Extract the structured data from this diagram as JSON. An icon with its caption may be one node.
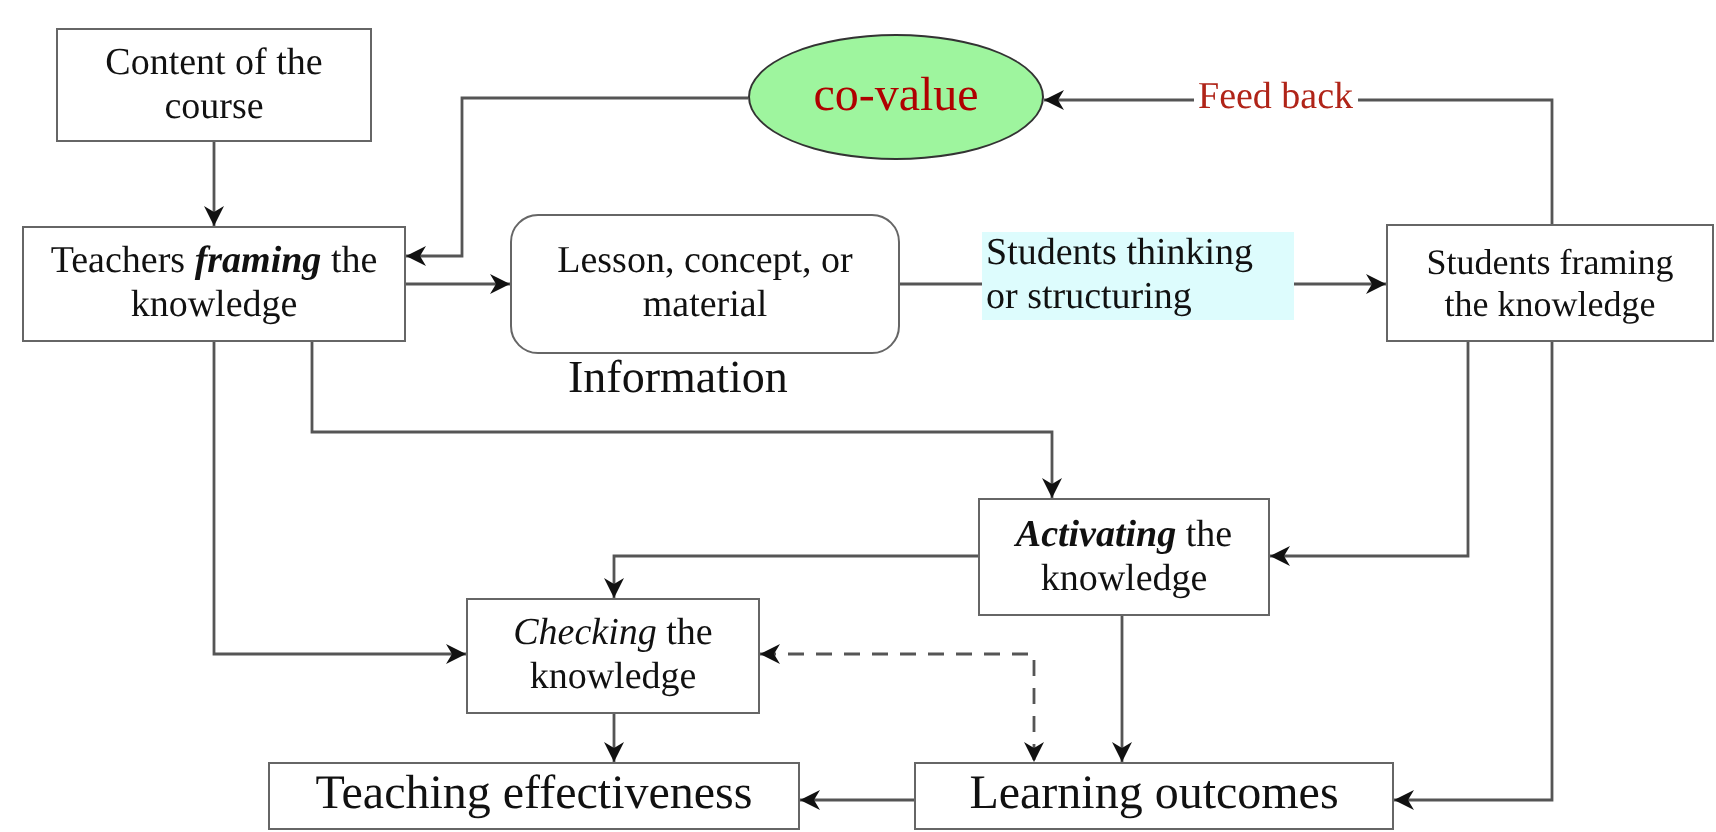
{
  "diagram": {
    "nodes": [
      {
        "text": [
          "Content of the course"
        ]
      },
      {
        "text": [
          "co-value"
        ]
      },
      {
        "text": [
          "Teachers **framing** the knowledge"
        ]
      },
      {
        "text": [
          "Lesson, concept, or material"
        ],
        "beside": [
          "Information"
        ]
      },
      {
        "text": [
          "Students framing the knowledge"
        ]
      },
      {
        "text": [
          "**Activating** the knowledge"
        ]
      },
      {
        "text": [
          "*Checking* the knowledge"
        ]
      },
      {
        "text": [
          "Teaching effectiveness"
        ]
      },
      {
        "text": [
          "Learning outcomes"
        ]
      }
    ],
    "edges": [
      {
        "from": 0,
        "to": 2,
        "arrow": "to"
      },
      {
        "from": 1,
        "to": 2,
        "arrow": "to"
      },
      {
        "from": 4,
        "to": 1,
        "arrow": "to",
        "label": "Feed back"
      },
      {
        "from": 2,
        "to": 3,
        "arrow": "to"
      },
      {
        "from": 3,
        "to": 4,
        "arrow": "to",
        "label": "Students thinking or structuring"
      },
      {
        "from": 2,
        "to": 5,
        "arrow": "to"
      },
      {
        "from": 4,
        "to": 5,
        "arrow": "to"
      },
      {
        "from": 4,
        "to": 8,
        "arrow": "to"
      },
      {
        "from": 5,
        "to": 6,
        "arrow": "to"
      },
      {
        "from": 2,
        "to": 6,
        "arrow": "to"
      },
      {
        "from": 5,
        "to": 8,
        "arrow": "to"
      },
      {
        "from": 6,
        "to": 8,
        "arrow": "both",
        "style": "dashed"
      },
      {
        "from": 6,
        "to": 7,
        "arrow": "to"
      },
      {
        "from": 8,
        "to": 7,
        "arrow": "to"
      }
    ]
  }
}
